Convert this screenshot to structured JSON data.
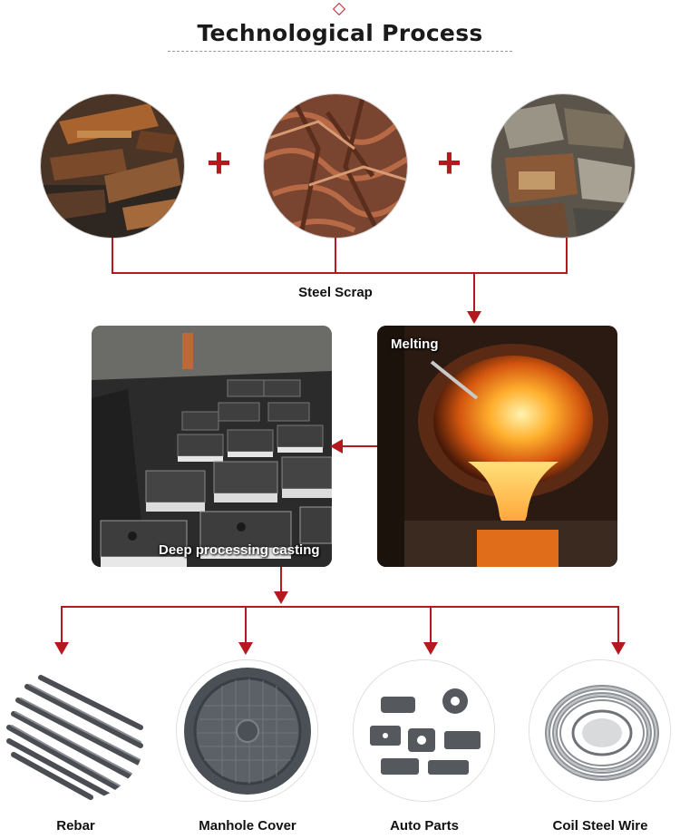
{
  "header": {
    "title": "Technological Process"
  },
  "inputs": [
    {
      "name": "scrap-1"
    },
    {
      "name": "scrap-2"
    },
    {
      "name": "scrap-3"
    }
  ],
  "plus_symbol": "+",
  "merge_label": "Steel Scrap",
  "melting": {
    "label": "Melting"
  },
  "casting": {
    "label": "Deep processing casting"
  },
  "products": [
    {
      "label": "Rebar"
    },
    {
      "label": "Manhole Cover"
    },
    {
      "label": "Auto Parts"
    },
    {
      "label": "Coil Steel Wire"
    }
  ],
  "colors": {
    "accent": "#b5181f",
    "title": "#1a1a1a"
  }
}
